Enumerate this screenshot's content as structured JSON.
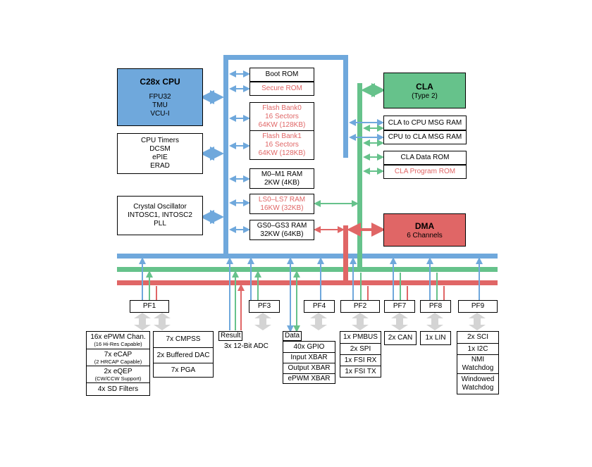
{
  "cpu": {
    "title": "C28x CPU",
    "lines": [
      "FPU32",
      "TMU",
      "VCU-I"
    ]
  },
  "timers": {
    "lines": [
      "CPU Timers",
      "DCSM",
      "ePIE",
      "ERAD"
    ]
  },
  "osc": {
    "lines": [
      "Crystal Oscillator",
      "INTOSC1, INTOSC2",
      "PLL"
    ]
  },
  "memory": {
    "boot_rom": "Boot ROM",
    "secure_rom": "Secure ROM",
    "flash0": [
      "Flash Bank0",
      "16 Sectors",
      "64KW (128KB)"
    ],
    "flash1": [
      "Flash Bank1",
      "16 Sectors",
      "64KW (128KB)"
    ],
    "m0m1": [
      "M0–M1 RAM",
      "2KW (4KB)"
    ],
    "ls": [
      "LS0–LS7 RAM",
      "16KW (32KB)"
    ],
    "gs": [
      "GS0–GS3 RAM",
      "32KW (64KB)"
    ]
  },
  "cla": {
    "title": "CLA",
    "subtitle": "(Type 2)",
    "msg_to_cpu": "CLA to CPU MSG RAM",
    "msg_to_cla": "CPU to CLA MSG RAM",
    "data_rom": "CLA Data ROM",
    "program_rom": "CLA Program ROM"
  },
  "dma": {
    "title": "DMA",
    "subtitle": "6 Channels"
  },
  "pf": {
    "pf1": "PF1",
    "pf3": "PF3",
    "pf4": "PF4",
    "pf2": "PF2",
    "pf7": "PF7",
    "pf8": "PF8",
    "pf9": "PF9"
  },
  "peripherals": {
    "pf1_a": {
      "epwm": "16x ePWM Chan.",
      "epwm_note": "(16 Hi-Res Capable)",
      "ecap": "7x eCAP",
      "ecap_note": "(2 HRCAP Capable)",
      "eqep": "2x eQEP",
      "eqep_note": "(CW/CCW Support)",
      "sd": "4x SD Filters"
    },
    "pf1_b": {
      "cmpss": "7x CMPSS",
      "dac": "2x Buffered DAC",
      "pga": "7x PGA"
    },
    "pf3": {
      "result": "Result",
      "adc": "3x 12-Bit ADC"
    },
    "pf4": {
      "data": "Data",
      "gpio": "40x GPIO",
      "input_xbar": "Input XBAR",
      "output_xbar": "Output XBAR",
      "epwm_xbar": "ePWM XBAR"
    },
    "pf2": {
      "pmbus": "1x PMBUS",
      "spi": "2x SPI",
      "fsi_rx": "1x FSI RX",
      "fsi_tx": "1x FSI TX"
    },
    "pf7": {
      "can": "2x CAN"
    },
    "pf8": {
      "lin": "1x LIN"
    },
    "pf9": {
      "sci": "2x SCI",
      "i2c": "1x I2C",
      "nmi": [
        "NMI",
        "Watchdog"
      ],
      "windowed": [
        "Windowed",
        "Watchdog"
      ]
    }
  },
  "colors": {
    "cpu_bus": "#6fa8dc",
    "cla_bus": "#66c28b",
    "dma_bus": "#e06666",
    "pf_arrow": "#d4d4d4",
    "red_text": "#e06666"
  }
}
